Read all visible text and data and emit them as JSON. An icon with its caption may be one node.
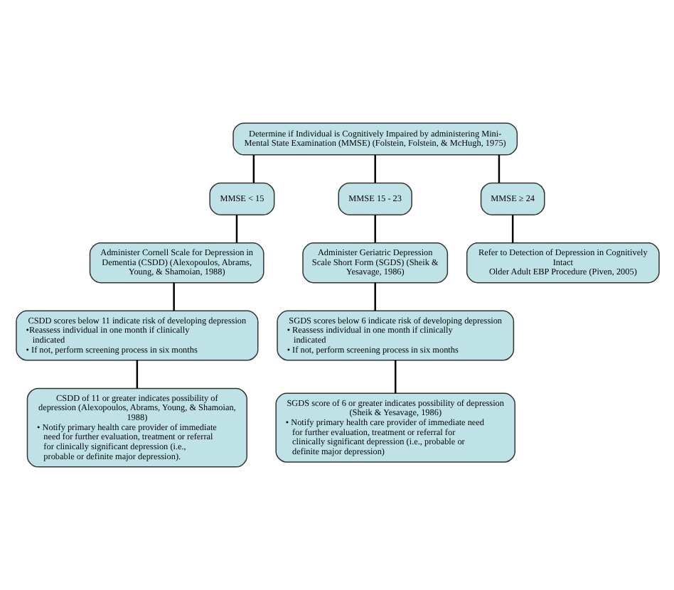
{
  "diagram": {
    "nodes": [
      {
        "text": [
          "Determine if Individual is Cognitively Impaired by administering Mini-Mental State Examination (MMSE) (Folstein, Folstein, & McHugh, 1975)"
        ]
      },
      {
        "text": [
          "MMSE < 15"
        ]
      },
      {
        "text": [
          "MMSE 15 - 23"
        ]
      },
      {
        "text": [
          "MMSE ≥ 24"
        ]
      },
      {
        "text": [
          "Administer Cornell Scale for Depression in Dementia (CSDD) (Alexopoulos, Abrams, Young, & Shamoian, 1988)"
        ]
      },
      {
        "text": [
          "Administer Geriatric Depression Scale Short Form (SGDS) (Sheik & Yesavage, 1986)"
        ]
      },
      {
        "text": [
          "Refer to Detection of Depression in Cognitively Intact",
          "Older Adult EBP Procedure (Piven, 2005)"
        ]
      },
      {
        "text": [
          "CSDD scores below 11 indicate risk of developing depression",
          "•Reassess individual in one month if clinically indicated",
          "• If not, perform screening process in six months"
        ]
      },
      {
        "text": [
          "SGDS scores below 6 indicate risk of developing depression",
          "• Reassess individual in one month if clinically indicated",
          "• If not, perform screening process in six months"
        ]
      },
      {
        "text": [
          "CSDD of 11 or greater indicates possibility of depression (Alexopoulos, Abrams, Young, & Shamoian, 1988)",
          "• Notify primary health care provider of immediate need for further evaluation, treatment or referral for clinically significant depression (i.e., probable or definite major depression)."
        ]
      },
      {
        "text": [
          "SGDS score of 6 or greater indicates possibility of depression (Sheik & Yesavage, 1986)",
          "• Notify primary health care provider of immediate need for further evaluation, treatment or referral for clinically significant depression (i.e., probable or definite major depression)"
        ]
      }
    ],
    "edges": [
      {
        "from": 0,
        "to": 1,
        "arrow": "none"
      },
      {
        "from": 0,
        "to": 2,
        "arrow": "none"
      },
      {
        "from": 0,
        "to": 3,
        "arrow": "none"
      },
      {
        "from": 1,
        "to": 4,
        "arrow": "none"
      },
      {
        "from": 2,
        "to": 5,
        "arrow": "none"
      },
      {
        "from": 3,
        "to": 6,
        "arrow": "none"
      },
      {
        "from": 4,
        "to": 7,
        "arrow": "none"
      },
      {
        "from": 5,
        "to": 8,
        "arrow": "none"
      },
      {
        "from": 7,
        "to": 9,
        "arrow": "none"
      },
      {
        "from": 8,
        "to": 10,
        "arrow": "none"
      }
    ]
  }
}
